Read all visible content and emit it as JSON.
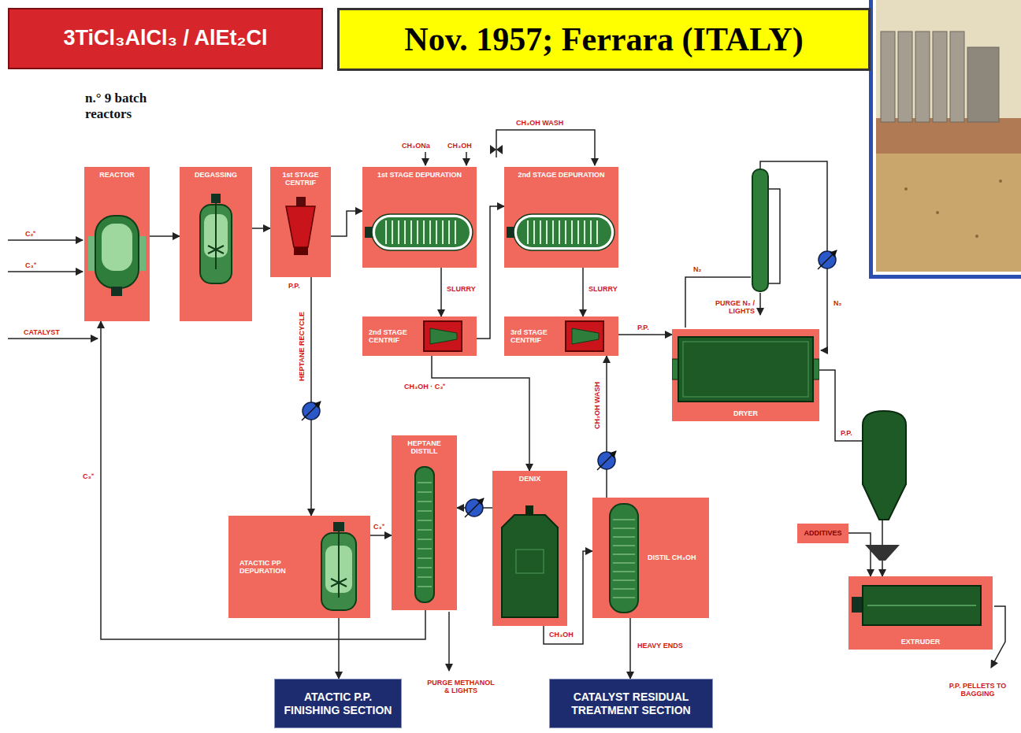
{
  "diagram": {
    "nodes": [
      {
        "text": [
          "3TiCl₃AlCl₃ / AlEt₂Cl"
        ]
      },
      {
        "text": [
          "Nov. 1957; Ferrara (ITALY)"
        ]
      },
      {
        "text": [
          "REACTOR"
        ]
      },
      {
        "text": [
          "DEGASSING"
        ]
      },
      {
        "text": [
          "1st STAGE CENTRIF"
        ]
      },
      {
        "text": [
          "1st STAGE DEPURATION"
        ]
      },
      {
        "text": [
          "2nd STAGE DEPURATION"
        ]
      },
      {
        "text": [
          "2nd STAGE CENTRIF"
        ]
      },
      {
        "text": [
          "3rd STAGE CENTRIF"
        ]
      },
      {
        "text": [
          "DRYER"
        ]
      },
      {
        "text": [
          "ATACTIC PP DEPURATION"
        ]
      },
      {
        "text": [
          "HEPTANE DISTILL"
        ]
      },
      {
        "text": [
          "DENIX"
        ]
      },
      {
        "text": [
          "DISTIL CH₃OH"
        ]
      },
      {
        "text": [
          "ADDITIVES"
        ]
      },
      {
        "text": [
          "EXTRUDER"
        ]
      },
      {
        "text": [
          "ATACTIC P.P. FINISHING SECTION"
        ]
      },
      {
        "text": [
          "CATALYST RESIDUAL TREATMENT SECTION"
        ]
      }
    ],
    "edges": [
      {
        "from": 2,
        "to": 3,
        "arrow": "to"
      },
      {
        "from": 3,
        "to": 4,
        "arrow": "to"
      },
      {
        "from": 4,
        "to": 5,
        "arrow": "to"
      },
      {
        "from": 5,
        "to": 7,
        "label": "SLURRY",
        "arrow": "to"
      },
      {
        "from": 7,
        "to": 6,
        "arrow": "to"
      },
      {
        "from": 6,
        "to": 8,
        "label": "SLURRY",
        "arrow": "to"
      },
      {
        "from": 8,
        "to": 9,
        "label": "P.P.",
        "arrow": "to"
      },
      {
        "from": 4,
        "to": 10,
        "label": "HEPTANE RECYCLE",
        "arrow": "to"
      },
      {
        "from": 10,
        "to": 11,
        "label": "C₃⁼",
        "arrow": "to"
      },
      {
        "from": 11,
        "to": 2,
        "label": "C₃⁼",
        "arrow": "to"
      },
      {
        "from": 10,
        "to": 16,
        "arrow": "to"
      },
      {
        "from": 12,
        "to": 11,
        "arrow": "to"
      },
      {
        "from": 12,
        "to": 13,
        "label": "CH₃OH",
        "arrow": "to"
      },
      {
        "from": 13,
        "to": 8,
        "label": "CH₃OH WASH",
        "arrow": "to"
      },
      {
        "from": 13,
        "to": 17,
        "label": "HEAVY ENDS",
        "arrow": "to"
      },
      {
        "from": 14,
        "to": 15,
        "arrow": "to"
      },
      {
        "from": 9,
        "to": 15,
        "label": "P.P.",
        "arrow": "to"
      },
      {
        "from": 7,
        "to": 12,
        "label": "CH₃OH · C₃⁼",
        "arrow": "to"
      }
    ],
    "labels": [
      "n.° 9 batch reactors",
      "C₂⁼",
      "C₃⁼",
      "CATALYST",
      "CH₃ONa",
      "CH₃OH",
      "CH₃OH WASH",
      "N₂",
      "PURGE N₂ / LIGHTS",
      "N₂",
      "P.P.",
      "PURGE METHANOL & LIGHTS",
      "P.P. PELLETS TO BAGGING"
    ]
  }
}
